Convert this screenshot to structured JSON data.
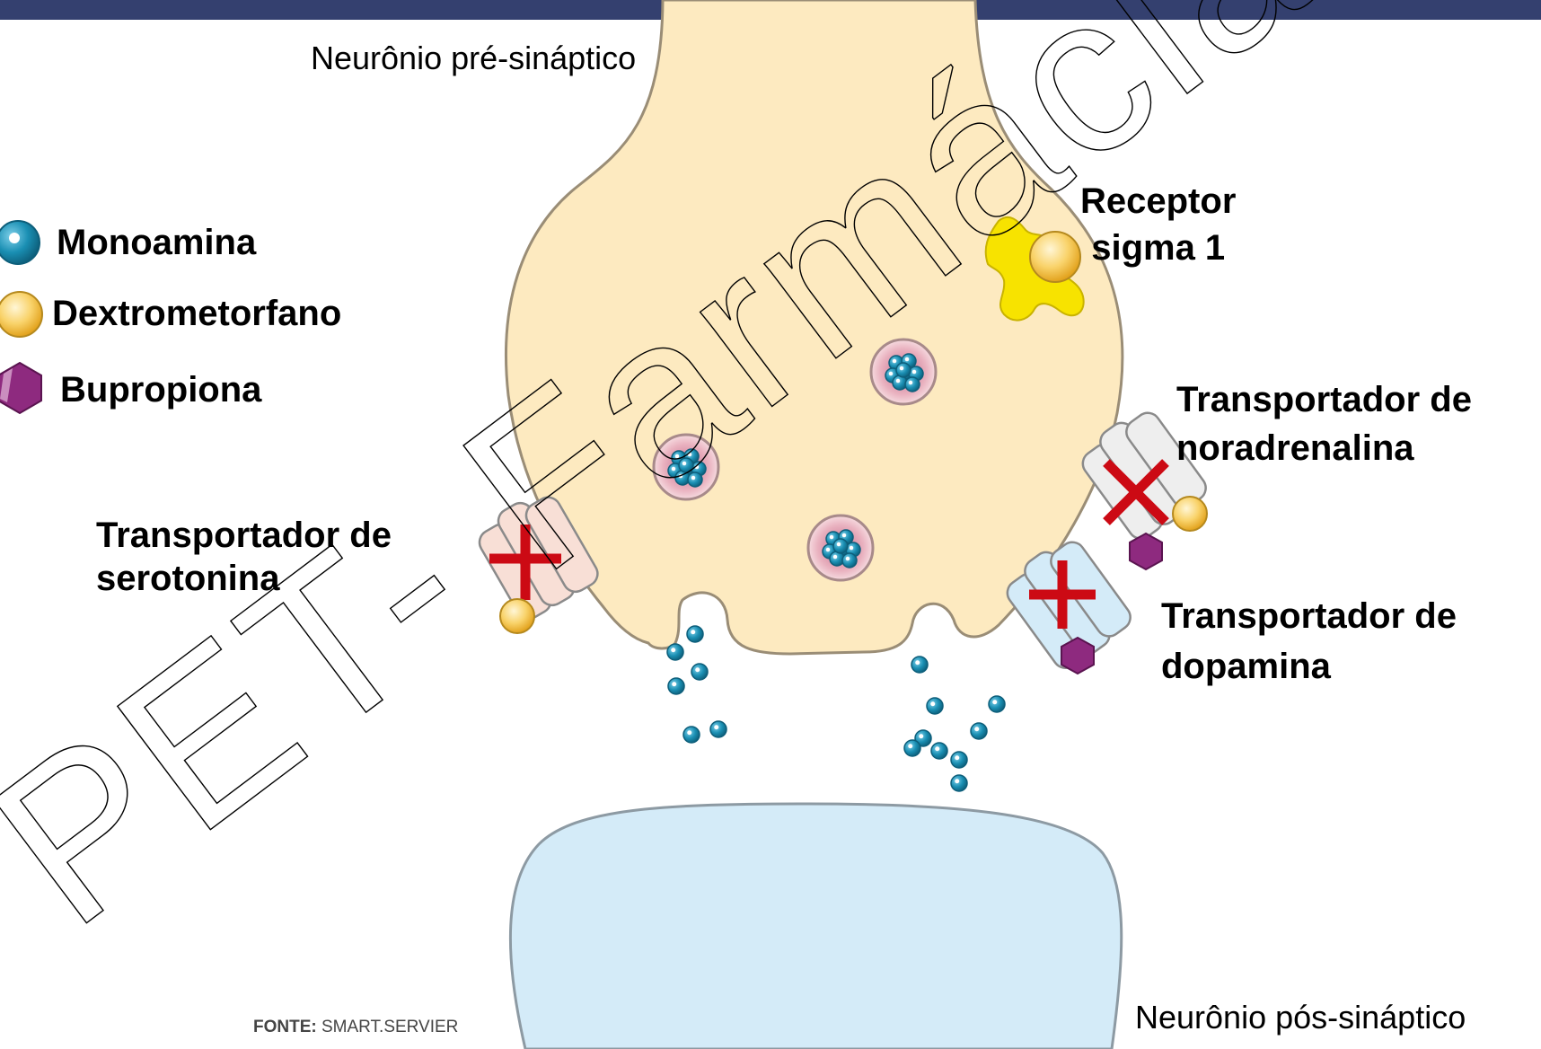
{
  "header": {
    "title": ""
  },
  "neurons": {
    "pre_label": "Neurônio pré-sináptico",
    "post_label": "Neurônio pós-sináptico"
  },
  "legend": [
    {
      "label": "Monoamina",
      "icon": "monoamine-icon"
    },
    {
      "label": "Dextrometorfano",
      "icon": "dextromethorphan-icon"
    },
    {
      "label": "Bupropiona",
      "icon": "bupropion-icon"
    }
  ],
  "structures": {
    "sigma_receptor": [
      "Receptor",
      "sigma 1"
    ],
    "serotonin_transporter": [
      "Transportador de",
      "serotonina"
    ],
    "norepinephrine_transporter": [
      "Transportador de",
      "noradrenalina"
    ],
    "dopamine_transporter": [
      "Transportador de",
      "dopamina"
    ]
  },
  "source": {
    "prefix": "FONTE:",
    "name": "SMART.SERVIER"
  },
  "watermark": "PET- Farmácia UFPB",
  "colors": {
    "header_bar": "#34406f",
    "pre_neuron": "#fdeac0",
    "post_neuron": "#d4ebf8",
    "monoamine": "#1f8fb0",
    "dextromethorphan": "#f7c34f",
    "bupropion": "#8e2a7f",
    "sigma_receptor": "#f7e300",
    "block_cross": "#cc0a14"
  }
}
